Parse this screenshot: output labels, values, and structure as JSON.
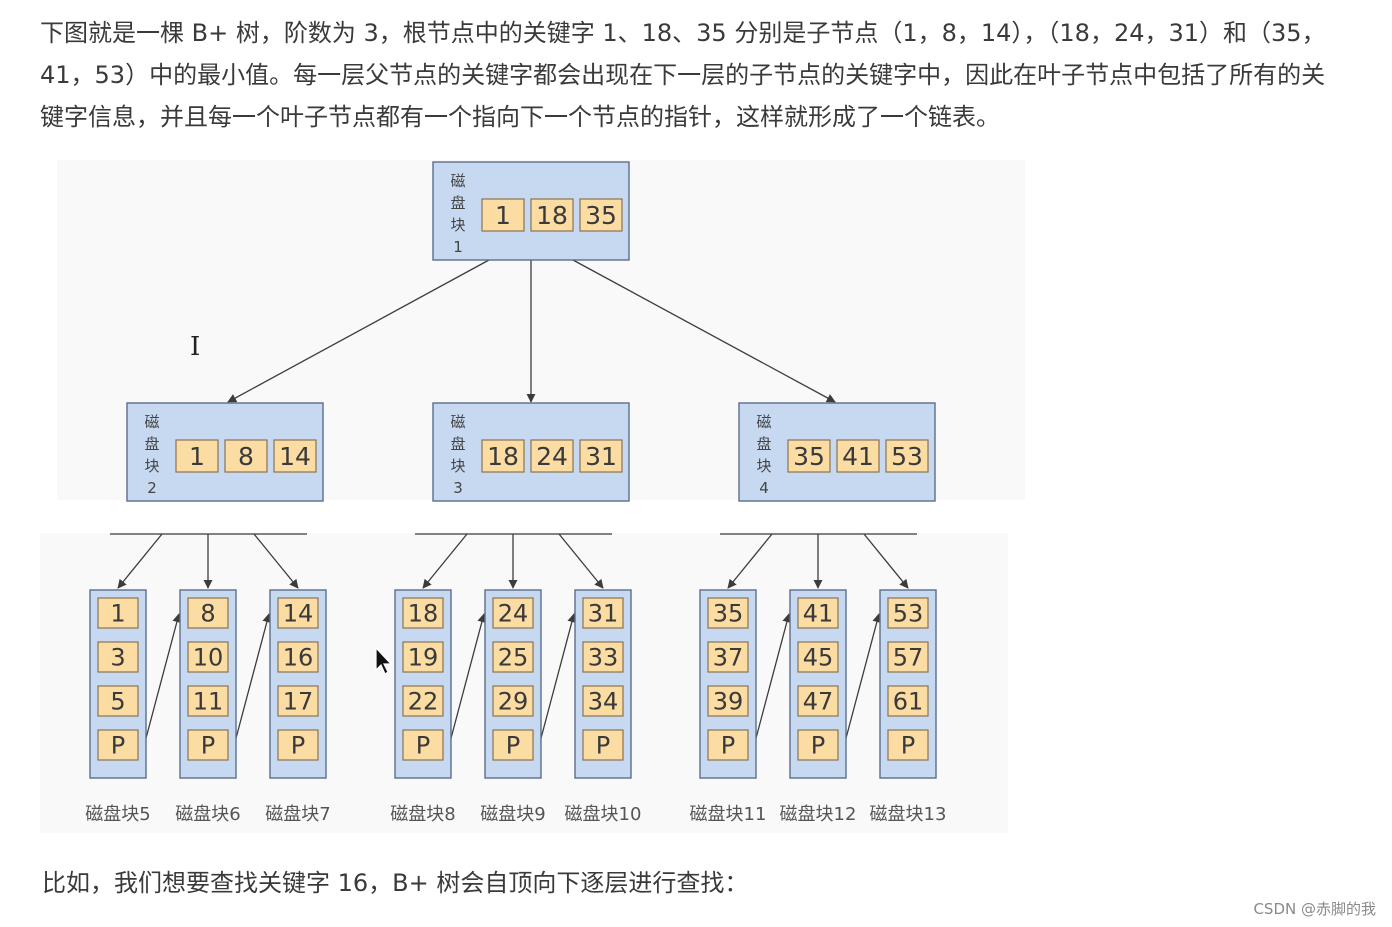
{
  "paragraphs": {
    "intro": "下图就是一棵 B+ 树，阶数为 3，根节点中的关键字 1、18、35 分别是子节点（1，8，14），（18，24，31）和（35，41，53）中的最小值。每一层父节点的关键字都会出现在下一层的子节点的关键字中，因此在叶子节点中包括了所有的关键字信息，并且每一个叶子节点都有一个指向下一个节点的指针，这样就形成了一个链表。",
    "followup": "比如，我们想要查找关键字 16，B+ 树会自顶向下逐层进行查找："
  },
  "tree": {
    "root": {
      "label_chars": [
        "磁",
        "盘",
        "块",
        "1"
      ],
      "keys": [
        "1",
        "18",
        "35"
      ]
    },
    "internal": [
      {
        "label_chars": [
          "磁",
          "盘",
          "块",
          "2"
        ],
        "keys": [
          "1",
          "8",
          "14"
        ]
      },
      {
        "label_chars": [
          "磁",
          "盘",
          "块",
          "3"
        ],
        "keys": [
          "18",
          "24",
          "31"
        ]
      },
      {
        "label_chars": [
          "磁",
          "盘",
          "块",
          "4"
        ],
        "keys": [
          "35",
          "41",
          "53"
        ]
      }
    ],
    "leaves": [
      {
        "label": "磁盘块5",
        "keys": [
          "1",
          "3",
          "5",
          "P"
        ]
      },
      {
        "label": "磁盘块6",
        "keys": [
          "8",
          "10",
          "11",
          "P"
        ]
      },
      {
        "label": "磁盘块7",
        "keys": [
          "14",
          "16",
          "17",
          "P"
        ]
      },
      {
        "label": "磁盘块8",
        "keys": [
          "18",
          "19",
          "22",
          "P"
        ]
      },
      {
        "label": "磁盘块9",
        "keys": [
          "24",
          "25",
          "29",
          "P"
        ]
      },
      {
        "label": "磁盘块10",
        "keys": [
          "31",
          "33",
          "34",
          "P"
        ]
      },
      {
        "label": "磁盘块11",
        "keys": [
          "35",
          "37",
          "39",
          "P"
        ]
      },
      {
        "label": "磁盘块12",
        "keys": [
          "41",
          "45",
          "47",
          "P"
        ]
      },
      {
        "label": "磁盘块13",
        "keys": [
          "53",
          "57",
          "61",
          "P"
        ]
      }
    ]
  },
  "colors": {
    "node_fill": "#c6d9f1",
    "node_border": "#5a6f8c",
    "key_fill": "#fbdca3",
    "key_border": "#8a7350",
    "edge": "#3c3c3c"
  },
  "watermark": "CSDN @赤脚的我"
}
